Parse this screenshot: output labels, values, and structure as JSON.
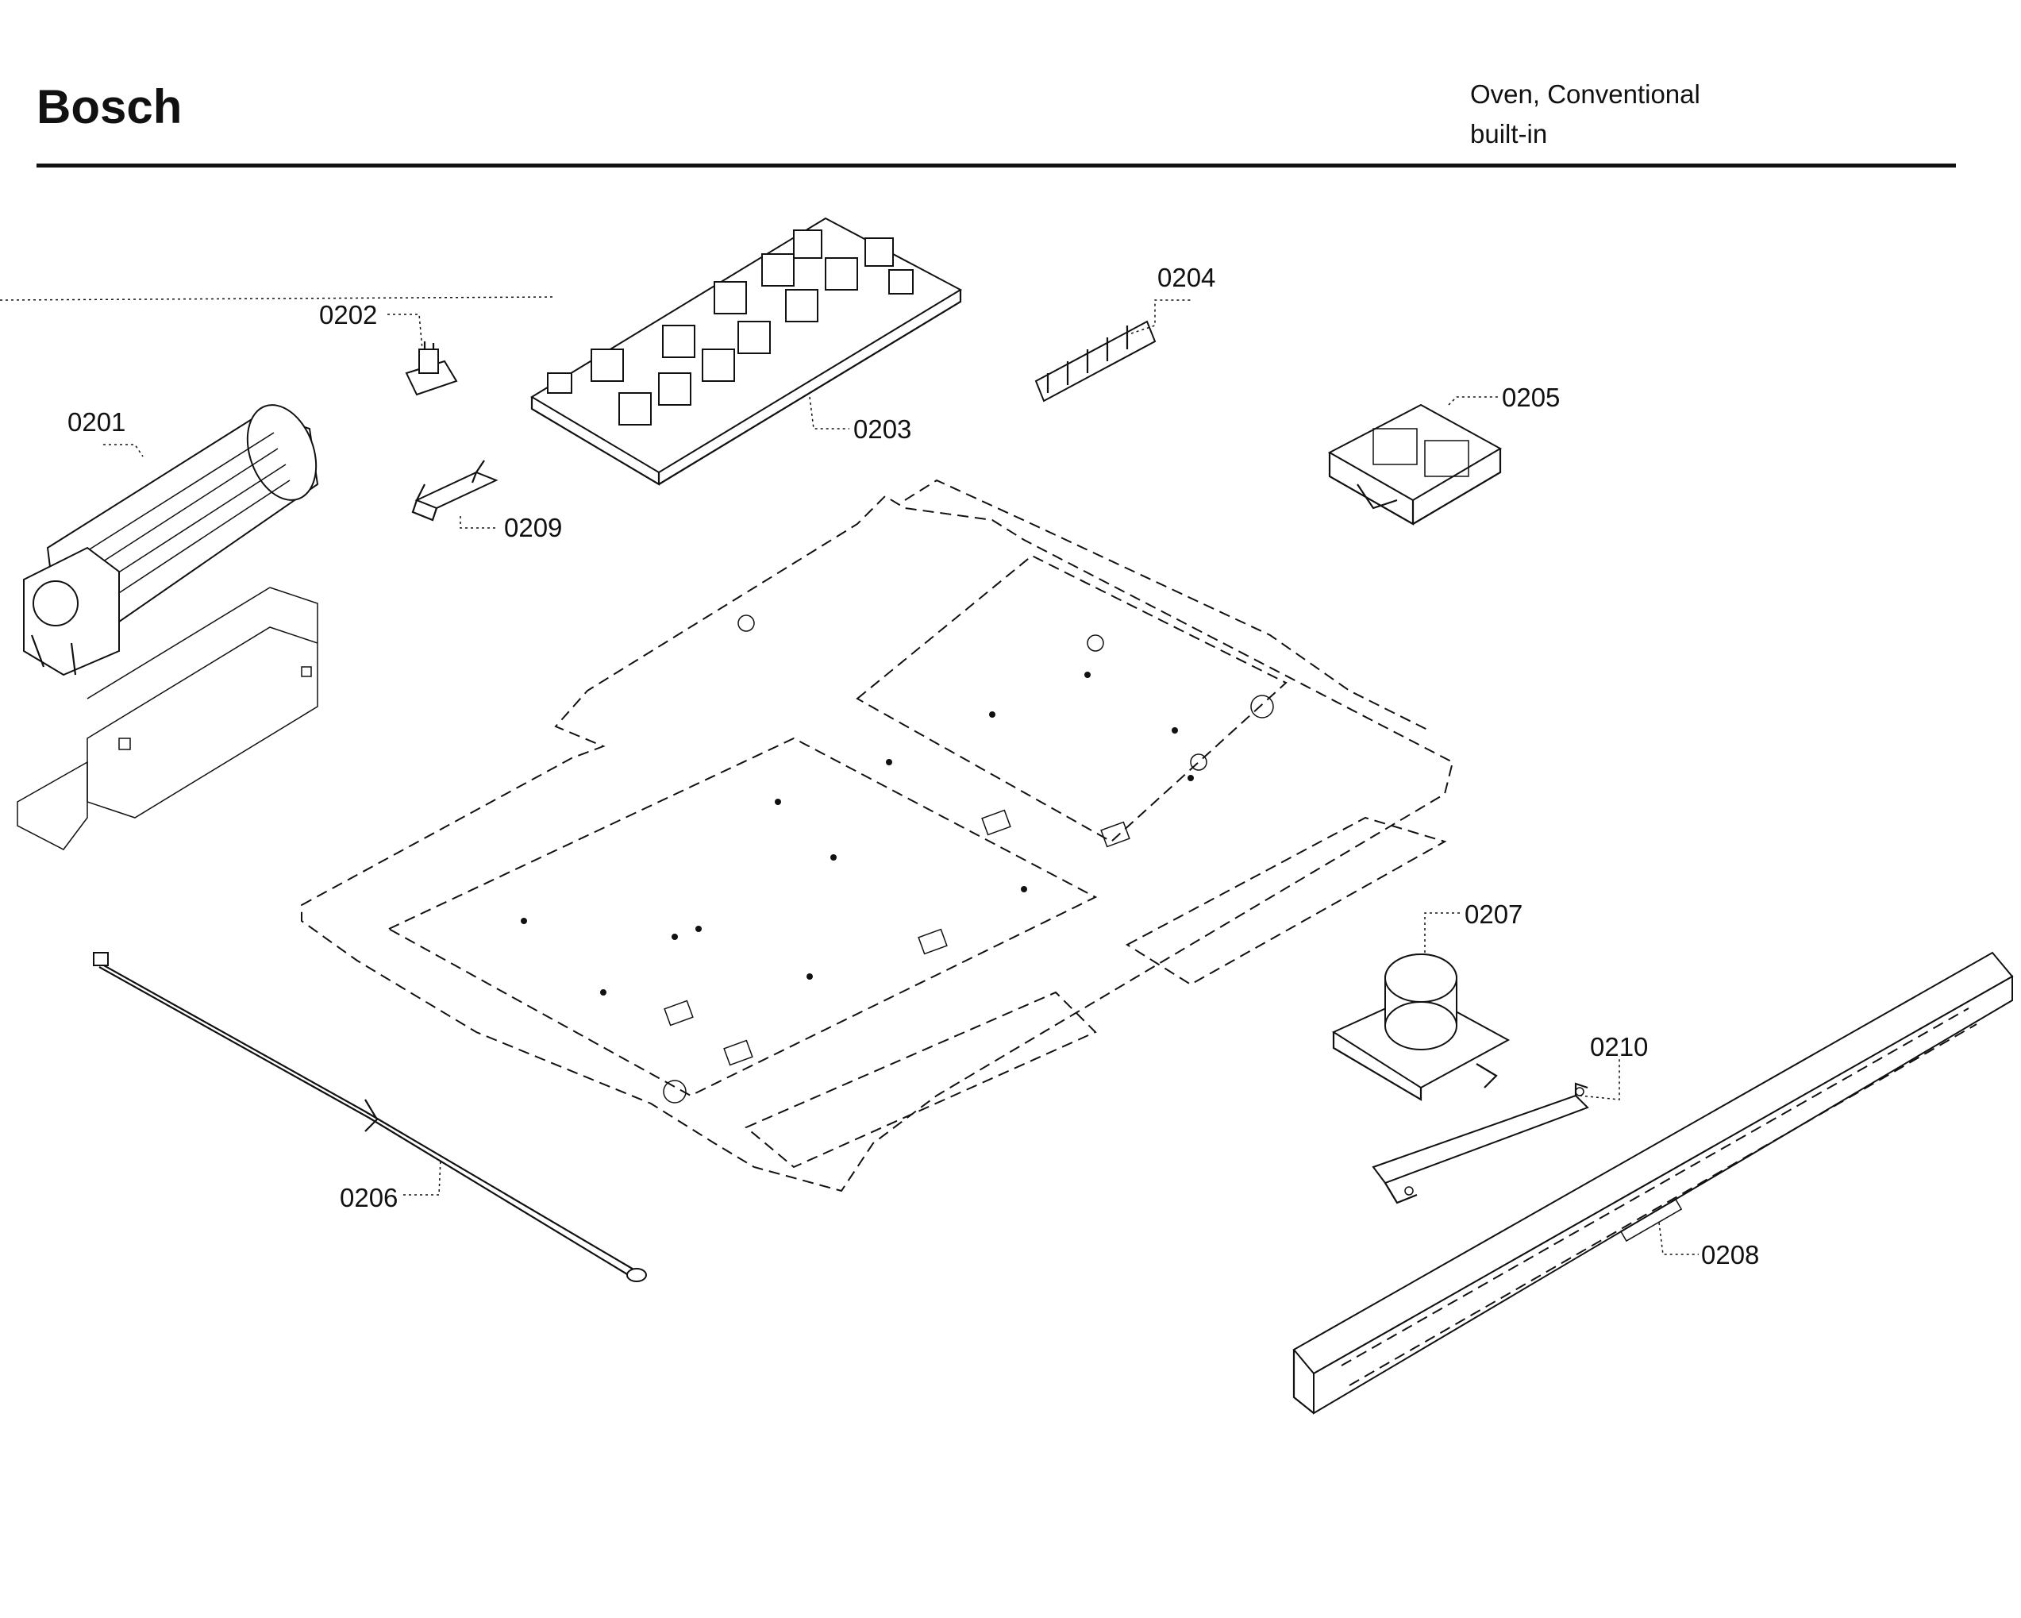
{
  "header": {
    "brand": "Bosch",
    "title_line1": "Oven, Conventional",
    "title_line2": "built-in"
  },
  "callouts": [
    {
      "id": "0201",
      "label": "0201"
    },
    {
      "id": "0202",
      "label": "0202"
    },
    {
      "id": "0203",
      "label": "0203"
    },
    {
      "id": "0204",
      "label": "0204"
    },
    {
      "id": "0205",
      "label": "0205"
    },
    {
      "id": "0206",
      "label": "0206"
    },
    {
      "id": "0207",
      "label": "0207"
    },
    {
      "id": "0208",
      "label": "0208"
    },
    {
      "id": "0209",
      "label": "0209"
    },
    {
      "id": "0210",
      "label": "0210"
    }
  ]
}
